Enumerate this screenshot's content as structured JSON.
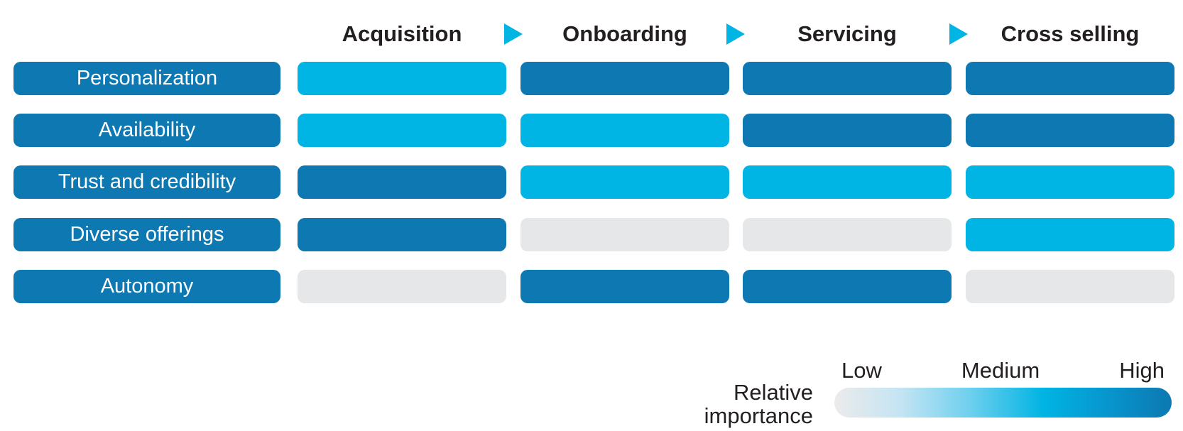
{
  "palette": {
    "high": "#0d78b1",
    "medium": "#00b4e3",
    "low": "#e6e7e8",
    "arrow": "#00b4e3",
    "text": "#231f20"
  },
  "header": {
    "stages": [
      "Acquisition",
      "Onboarding",
      "Servicing",
      "Cross selling"
    ]
  },
  "matrix": {
    "rows": [
      {
        "label": "Personalization",
        "values": [
          "medium",
          "high",
          "high",
          "high"
        ]
      },
      {
        "label": "Availability",
        "values": [
          "medium",
          "medium",
          "high",
          "high"
        ]
      },
      {
        "label": "Trust and credibility",
        "values": [
          "high",
          "medium",
          "medium",
          "medium"
        ]
      },
      {
        "label": "Diverse offerings",
        "values": [
          "high",
          "low",
          "low",
          "medium"
        ]
      },
      {
        "label": "Autonomy",
        "values": [
          "low",
          "high",
          "high",
          "low"
        ]
      }
    ]
  },
  "legend": {
    "title_line1": "Relative",
    "title_line2": "importance",
    "low": "Low",
    "medium": "Medium",
    "high": "High"
  },
  "chart_data": {
    "type": "heatmap",
    "title": "",
    "x_categories": [
      "Acquisition",
      "Onboarding",
      "Servicing",
      "Cross selling"
    ],
    "y_categories": [
      "Personalization",
      "Availability",
      "Trust and credibility",
      "Diverse offerings",
      "Autonomy"
    ],
    "values": [
      [
        "Medium",
        "High",
        "High",
        "High"
      ],
      [
        "Medium",
        "Medium",
        "High",
        "High"
      ],
      [
        "High",
        "Medium",
        "Medium",
        "Medium"
      ],
      [
        "High",
        "Low",
        "Low",
        "Medium"
      ],
      [
        "Low",
        "High",
        "High",
        "Low"
      ]
    ],
    "scale": {
      "name": "Relative importance",
      "levels": [
        "Low",
        "Medium",
        "High"
      ],
      "colors": {
        "Low": "#e6e7e8",
        "Medium": "#00b4e3",
        "High": "#0d78b1"
      }
    },
    "legend_position": "bottom-right",
    "grid": false
  }
}
